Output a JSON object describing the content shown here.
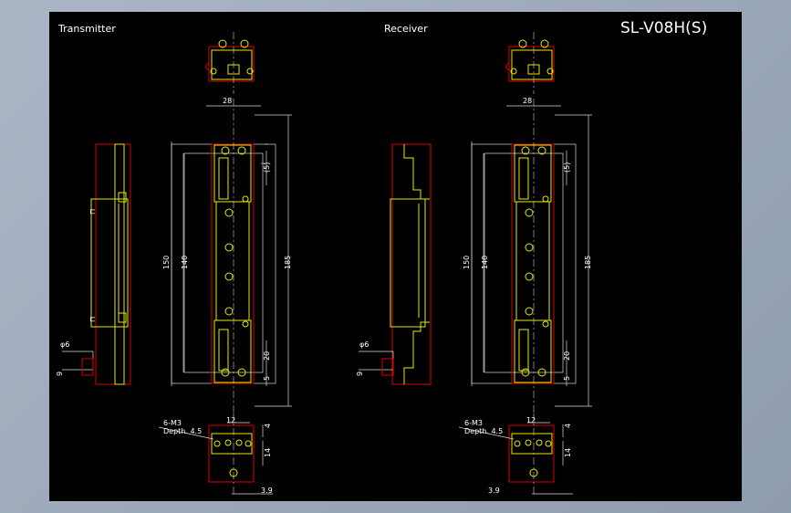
{
  "drawing": {
    "model": "SL-V08H(S)",
    "views": [
      {
        "id": "transmitter",
        "title": "Transmitter"
      },
      {
        "id": "receiver",
        "title": "Receiver"
      }
    ],
    "dimensions": {
      "top_width": "28",
      "overall_150": "150",
      "inner_140": "140",
      "overall_185": "185",
      "offset_5_paren": "(5)",
      "pitch_20": "20",
      "bottom_5": "5",
      "hole_dia": "φ6",
      "side_9": "9",
      "bottom_12": "12",
      "bottom_4": "4",
      "bottom_14": "14",
      "bottom_39": "3.9",
      "thread": "6-M3",
      "depth": "Depth. 4.5"
    }
  }
}
